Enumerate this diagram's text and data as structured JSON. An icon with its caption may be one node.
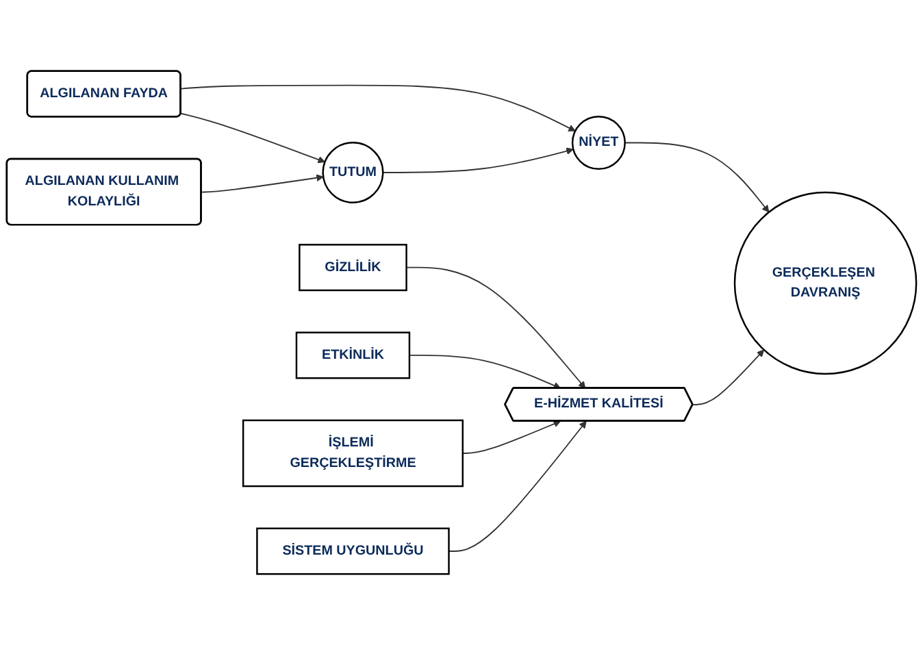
{
  "diagram": {
    "nodes": [
      {
        "text": [
          "ALGILANAN FAYDA"
        ]
      },
      {
        "text": [
          "TUTUM"
        ]
      },
      {
        "text": [
          "NİYET"
        ]
      },
      {
        "text": [
          "GERÇEKLEŞEN DAVRANIŞ"
        ]
      },
      {
        "text": [
          "E-HİZMET KALİTESİ"
        ]
      },
      {
        "text": [
          "GİZLİLİK"
        ]
      },
      {
        "text": [
          "ETKİNLİK"
        ]
      },
      {
        "text": [
          "İŞLEMİ GERÇEKLEŞTİRME"
        ]
      },
      {
        "text": [
          "SİSTEM UYGUNLUĞU"
        ]
      },
      {
        "text": [
          "ALGILANAN KULLANIM KOLAYLIĞI"
        ]
      }
    ],
    "edges": [
      {
        "from": 0,
        "to": 1,
        "arrow": "to"
      },
      {
        "from": 0,
        "to": 2,
        "arrow": "to"
      },
      {
        "from": 9,
        "to": 1,
        "arrow": "to"
      },
      {
        "from": 1,
        "to": 2,
        "arrow": "to"
      },
      {
        "from": 2,
        "to": 3,
        "arrow": "to"
      },
      {
        "from": 4,
        "to": 3,
        "arrow": "to"
      },
      {
        "from": 5,
        "to": 4,
        "arrow": "to"
      },
      {
        "from": 6,
        "to": 4,
        "arrow": "to"
      },
      {
        "from": 7,
        "to": 4,
        "arrow": "to"
      },
      {
        "from": 8,
        "to": 4,
        "arrow": "to"
      }
    ]
  }
}
